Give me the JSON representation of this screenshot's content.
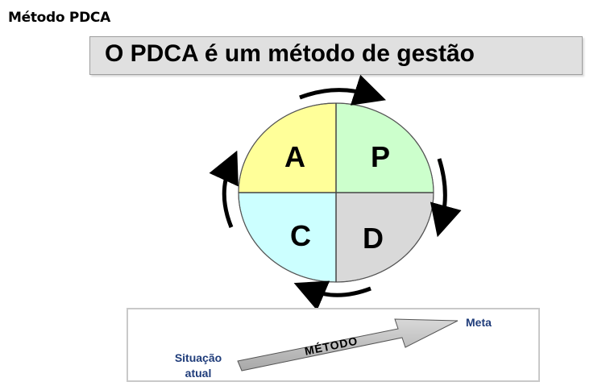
{
  "page": {
    "title": "Método PDCA"
  },
  "banner": {
    "text": "O PDCA é um método de gestão"
  },
  "cycle": {
    "quadrants": {
      "A": {
        "label": "A",
        "color": "#ffff99"
      },
      "P": {
        "label": "P",
        "color": "#ccffcc"
      },
      "C": {
        "label": "C",
        "color": "#ccffff"
      },
      "D": {
        "label": "D",
        "color": "#d9d9d9"
      }
    }
  },
  "method": {
    "start_label_line1": "Situação",
    "start_label_line2": "atual",
    "arrow_label": "MÉTODO",
    "end_label": "Meta",
    "text_color": "#1f3c7a"
  }
}
